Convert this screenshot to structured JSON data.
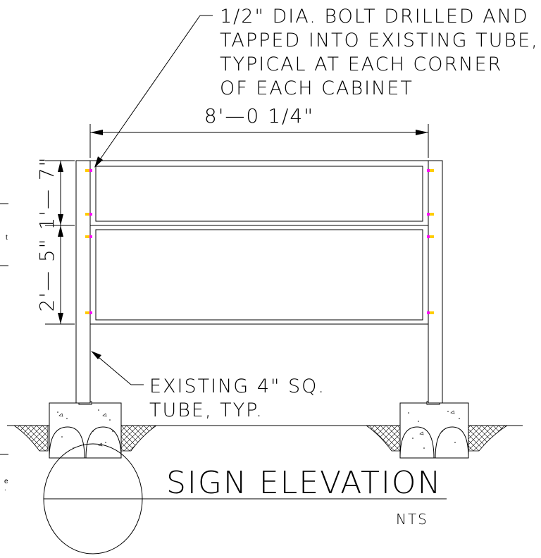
{
  "callouts": {
    "bolt_note": [
      "1/2\" DIA. BOLT DRILLED AND",
      "TAPPED INTO EXISTING TUBE,",
      "TYPICAL AT EACH CORNER",
      "OF EACH CABINET"
    ],
    "tube_note": [
      "EXISTING 4\" SQ.",
      "TUBE, TYP."
    ]
  },
  "dimensions": {
    "overall_width": "8'—0 1/4\"",
    "upper_cabinet_height": "1'— 7\"",
    "lower_cabinet_height": "2'— 5\""
  },
  "title_block": {
    "title": "SIGN ELEVATION",
    "scale": "NTS"
  },
  "edge_fragments": {
    "left_top": "t",
    "left_bottom_1": "e",
    "left_bottom_2": "."
  },
  "colors": {
    "line": "#000000",
    "bolt_magenta": "#ff00ff",
    "bolt_yellow": "#ffcc00",
    "concrete": "#ffffff"
  }
}
